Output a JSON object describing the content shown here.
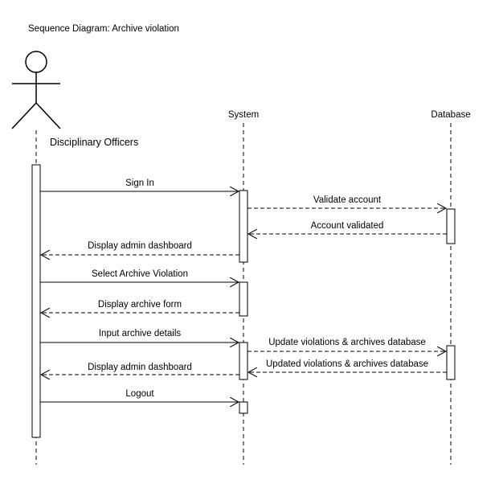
{
  "title": "Sequence Diagram: Archive violation",
  "participants": {
    "actor": "Disciplinary Officers",
    "system": "System",
    "database": "Database"
  },
  "messages": [
    {
      "label": "Sign In",
      "from": "actor",
      "to": "system",
      "style": "solid"
    },
    {
      "label": "Validate account",
      "from": "system",
      "to": "database",
      "style": "dashed"
    },
    {
      "label": "Account validated",
      "from": "database",
      "to": "system",
      "style": "dashed"
    },
    {
      "label": "Display admin dashboard",
      "from": "system",
      "to": "actor",
      "style": "dashed"
    },
    {
      "label": "Select Archive Violation",
      "from": "actor",
      "to": "system",
      "style": "solid"
    },
    {
      "label": "Display archive form",
      "from": "system",
      "to": "actor",
      "style": "dashed"
    },
    {
      "label": "Input archive details",
      "from": "actor",
      "to": "system",
      "style": "solid"
    },
    {
      "label": "Update violations & archives database",
      "from": "system",
      "to": "database",
      "style": "dashed"
    },
    {
      "label": "Updated violations & archives database",
      "from": "database",
      "to": "system",
      "style": "dashed"
    },
    {
      "label": "Display admin dashboard",
      "from": "system",
      "to": "actor",
      "style": "dashed"
    },
    {
      "label": "Logout",
      "from": "actor",
      "to": "system",
      "style": "solid"
    }
  ]
}
